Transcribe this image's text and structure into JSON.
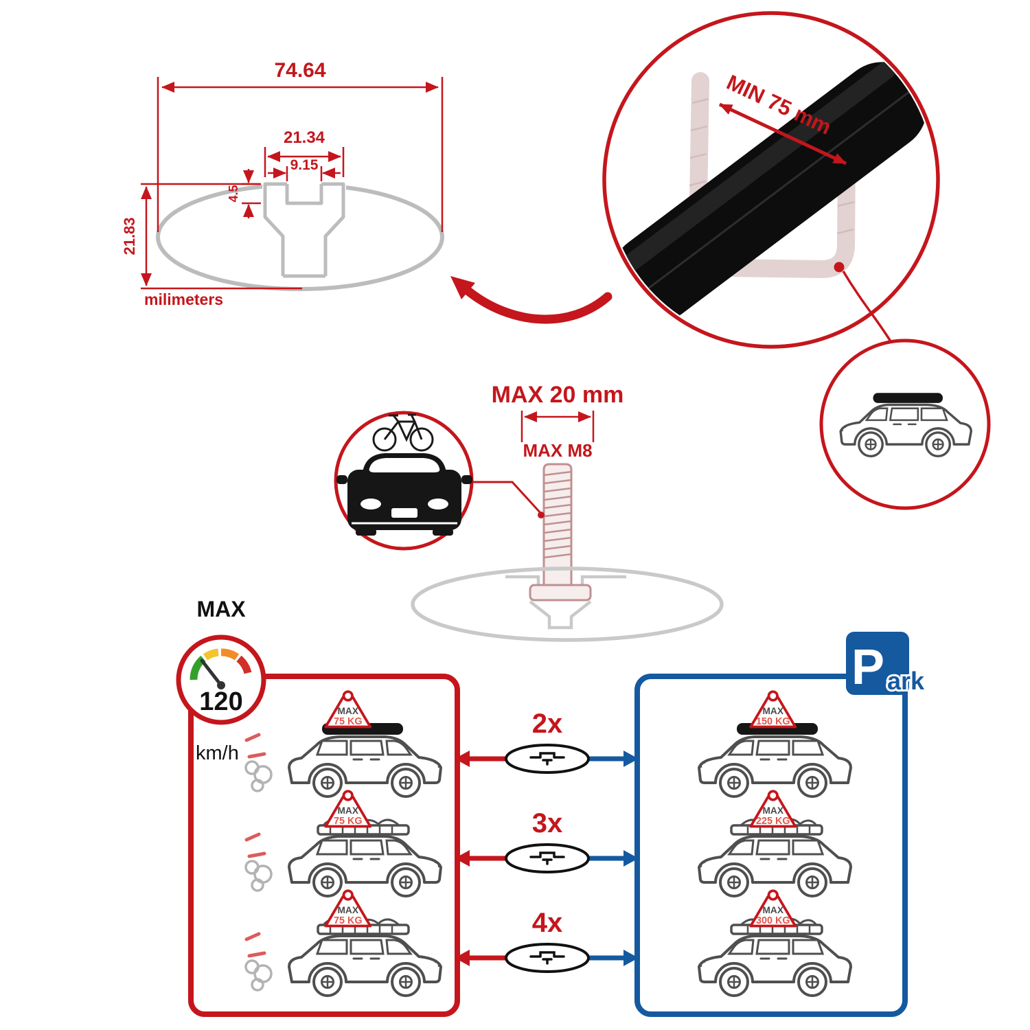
{
  "colors": {
    "accent_red": "#c4161c",
    "accent_blue": "#15599f",
    "outline_gray": "#c0c0c0",
    "bar_black": "#0d0d0d",
    "gauge_segments": [
      "#33a02c",
      "#f2c42d",
      "#f28c28",
      "#d03028"
    ]
  },
  "profile_diagram": {
    "total_width": "74.64",
    "channel_width": "21.34",
    "slot_width": "9.15",
    "lip_depth": "4.5",
    "bar_height": "21.83",
    "units_label": "milimeters"
  },
  "bar_detail": {
    "min_span_label": "MIN 75 mm"
  },
  "bolt_detail": {
    "max_width_label": "MAX 20 mm",
    "max_thread_label": "MAX M8"
  },
  "speed_gauge": {
    "title": "MAX",
    "value": "120",
    "unit": "km/h"
  },
  "parking_sign": {
    "letter": "P",
    "rest": "ark"
  },
  "multipliers": [
    {
      "label": "2x"
    },
    {
      "label": "3x"
    },
    {
      "label": "4x"
    }
  ],
  "driving_panel": {
    "cars": [
      {
        "tag": "MAX",
        "load": "75 KG"
      },
      {
        "tag": "MAX",
        "load": "75 KG"
      },
      {
        "tag": "MAX",
        "load": "75 KG"
      }
    ]
  },
  "parking_panel": {
    "cars": [
      {
        "tag": "MAX",
        "load": "150 KG"
      },
      {
        "tag": "MAX",
        "load": "225 KG"
      },
      {
        "tag": "MAX",
        "load": "300 KG"
      }
    ]
  }
}
